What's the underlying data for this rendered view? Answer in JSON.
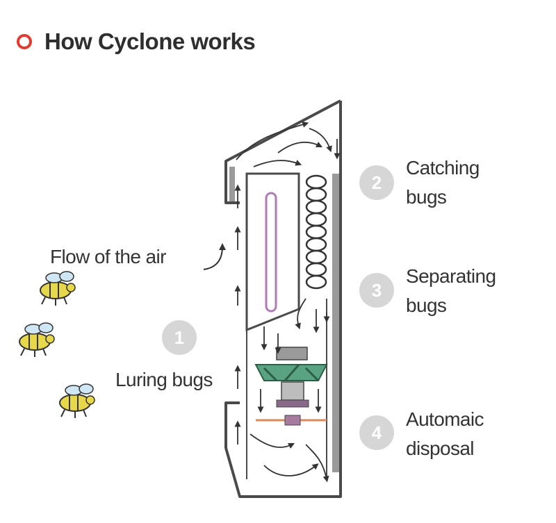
{
  "header": {
    "title": "How Cyclone works",
    "bullet_color": "#e13a2e"
  },
  "diagram": {
    "air_flow_label": "Flow of the air",
    "steps": [
      {
        "number": "1",
        "label": "Luring bugs"
      },
      {
        "number": "2",
        "label_line1": "Catching",
        "label_line2": "bugs"
      },
      {
        "number": "3",
        "label_line1": "Separating",
        "label_line2": "bugs"
      },
      {
        "number": "4",
        "label_line1": "Automaic",
        "label_line2": "disposal"
      }
    ],
    "colors": {
      "device_outline": "#4a4a4a",
      "uv_lamp": "#b07ab8",
      "fan": "#5aa382",
      "motor": "#8a6a8a",
      "shaft": "#d9895a",
      "step_circle": "#d6d6d6",
      "bug_body": "#e6d84a"
    }
  }
}
